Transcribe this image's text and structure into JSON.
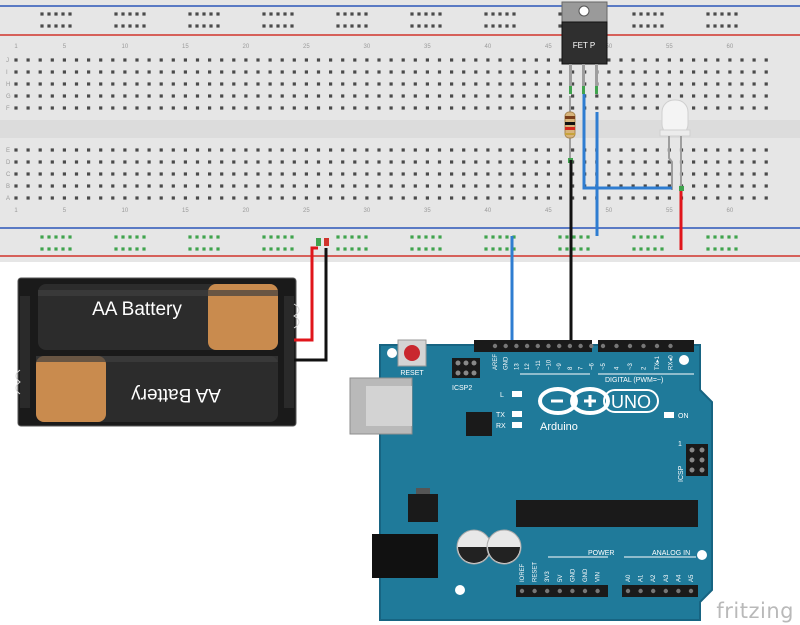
{
  "breadboard": {
    "row_letters_top": [
      "J",
      "I",
      "H",
      "G",
      "F"
    ],
    "row_letters_bottom": [
      "E",
      "D",
      "C",
      "B",
      "A"
    ],
    "column_numbers": [
      "1",
      "5",
      "10",
      "15",
      "20",
      "25",
      "30",
      "35",
      "40",
      "45",
      "50",
      "55",
      "60"
    ],
    "colors": {
      "body": "#e6e6e6",
      "rail_red": "#d0342c",
      "rail_blue": "#2b56b8",
      "hole": "#4a4a4a",
      "hole_green": "#3fa34d"
    }
  },
  "transistor": {
    "label": "FET P"
  },
  "battery": {
    "cell_top_label": "AA Battery",
    "cell_bottom_label": "AA Battery"
  },
  "arduino": {
    "brand": "Arduino",
    "model": "UNO",
    "reset_label": "RESET",
    "icsp2_label": "ICSP2",
    "icsp_label": "ICSP",
    "led_labels": [
      "L",
      "TX",
      "RX"
    ],
    "on_label": "ON",
    "icsp_pin1": "1",
    "digital_label": "DIGITAL (PWM=~)",
    "digital_pins": [
      "AREF",
      "GND",
      "13",
      "12",
      "~11",
      "~10",
      "~9",
      "8",
      "7",
      "~6",
      "~5",
      "4",
      "~3",
      "2",
      "TX▸1",
      "RX◂0"
    ],
    "power_label": "POWER",
    "power_pins": [
      "IOREF",
      "RESET",
      "3V3",
      "5V",
      "GND",
      "GND",
      "VIN"
    ],
    "analog_label": "ANALOG IN",
    "analog_pins": [
      "A0",
      "A1",
      "A2",
      "A3",
      "A4",
      "A5"
    ],
    "colors": {
      "board": "#1f7a9a",
      "board_dark": "#176482",
      "text": "#ffffff"
    }
  },
  "wires": {
    "colors": {
      "blue": "#2f7dd1",
      "black": "#111111",
      "red": "#e0151b",
      "green": "#3fa34d"
    }
  },
  "watermark": {
    "text": "fritzing"
  }
}
